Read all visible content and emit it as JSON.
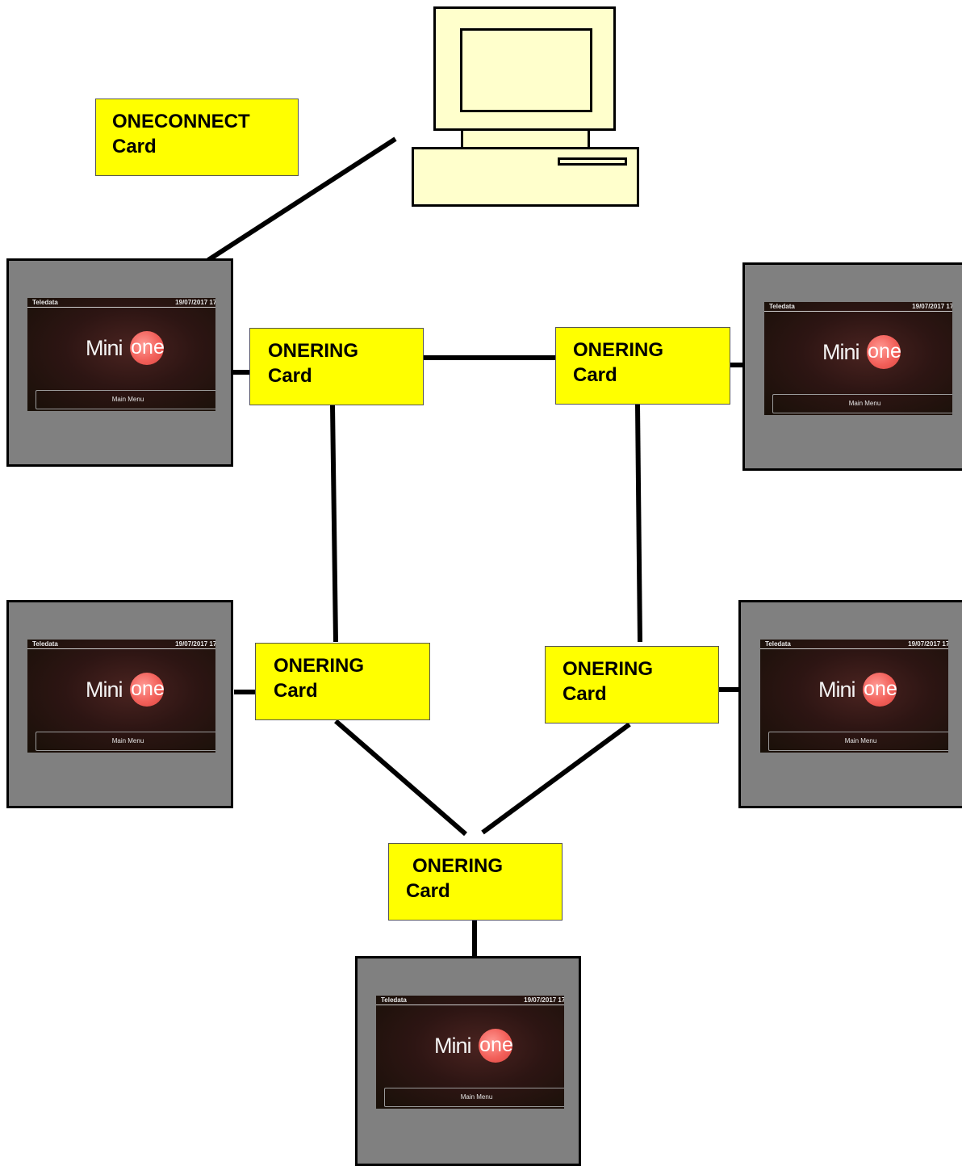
{
  "oneconnect": {
    "line1": "ONECONNECT",
    "line2": "Card"
  },
  "onering_cards": [
    {
      "line1": "ONERING",
      "line2": "Card"
    },
    {
      "line1": "ONERING",
      "line2": "Card"
    },
    {
      "line1": "ONERING",
      "line2": "Card"
    },
    {
      "line1": "ONERING",
      "line2": "Card"
    },
    {
      "line1": "ONERING",
      "line2": "Card"
    }
  ],
  "device_screen": {
    "brand": "Teledata",
    "datetime": "19/07/2017 17:",
    "logo_left": "Mini",
    "logo_right": "one",
    "menu_label": "Main Menu"
  },
  "colors": {
    "card": "#ffff00",
    "device": "#808080",
    "pc": "#ffffcc",
    "logo_circle": "#f2605a"
  }
}
